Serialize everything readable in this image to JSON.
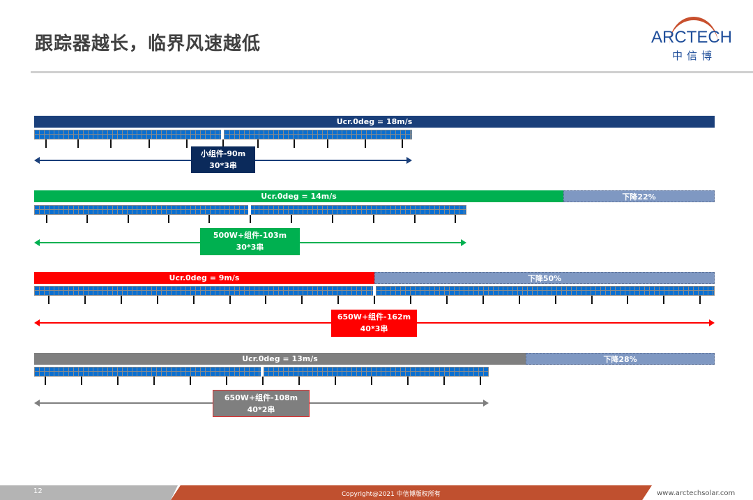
{
  "title": "跟踪器越长，临界风速越低",
  "logo": {
    "en": "ARCTECH",
    "cn": "中信博"
  },
  "rows": [
    {
      "speed": "Ucr.0deg = 18m/s",
      "color": "#1a3f7a",
      "speed_fraction": 1.0,
      "drop": null,
      "label1": "小组件-90m",
      "label2": "30*3串",
      "box_color": "#0b2a5b"
    },
    {
      "speed": "Ucr.0deg = 14m/s",
      "color": "#00b050",
      "speed_fraction": 0.778,
      "drop": "下降22%",
      "label1": "500W+组件-103m",
      "label2": "30*3串",
      "box_color": "#00b050"
    },
    {
      "speed": "Ucr.0deg = 9m/s",
      "color": "#ff0000",
      "speed_fraction": 0.5,
      "drop": "下降50%",
      "label1": "650W+组件-162m",
      "label2": "40*3串",
      "box_color": "#ff0000"
    },
    {
      "speed": "Ucr.0deg = 13m/s",
      "color": "#7f7f7f",
      "speed_fraction": 0.722,
      "drop": "下降28%",
      "label1": "650W+组件-108m",
      "label2": "40*2串",
      "box_color": "#7f7f7f"
    }
  ],
  "footer": {
    "page": "12",
    "copyright": "Copyright@2021 中信博版权所有",
    "website": "www.arctechsolar.com"
  }
}
